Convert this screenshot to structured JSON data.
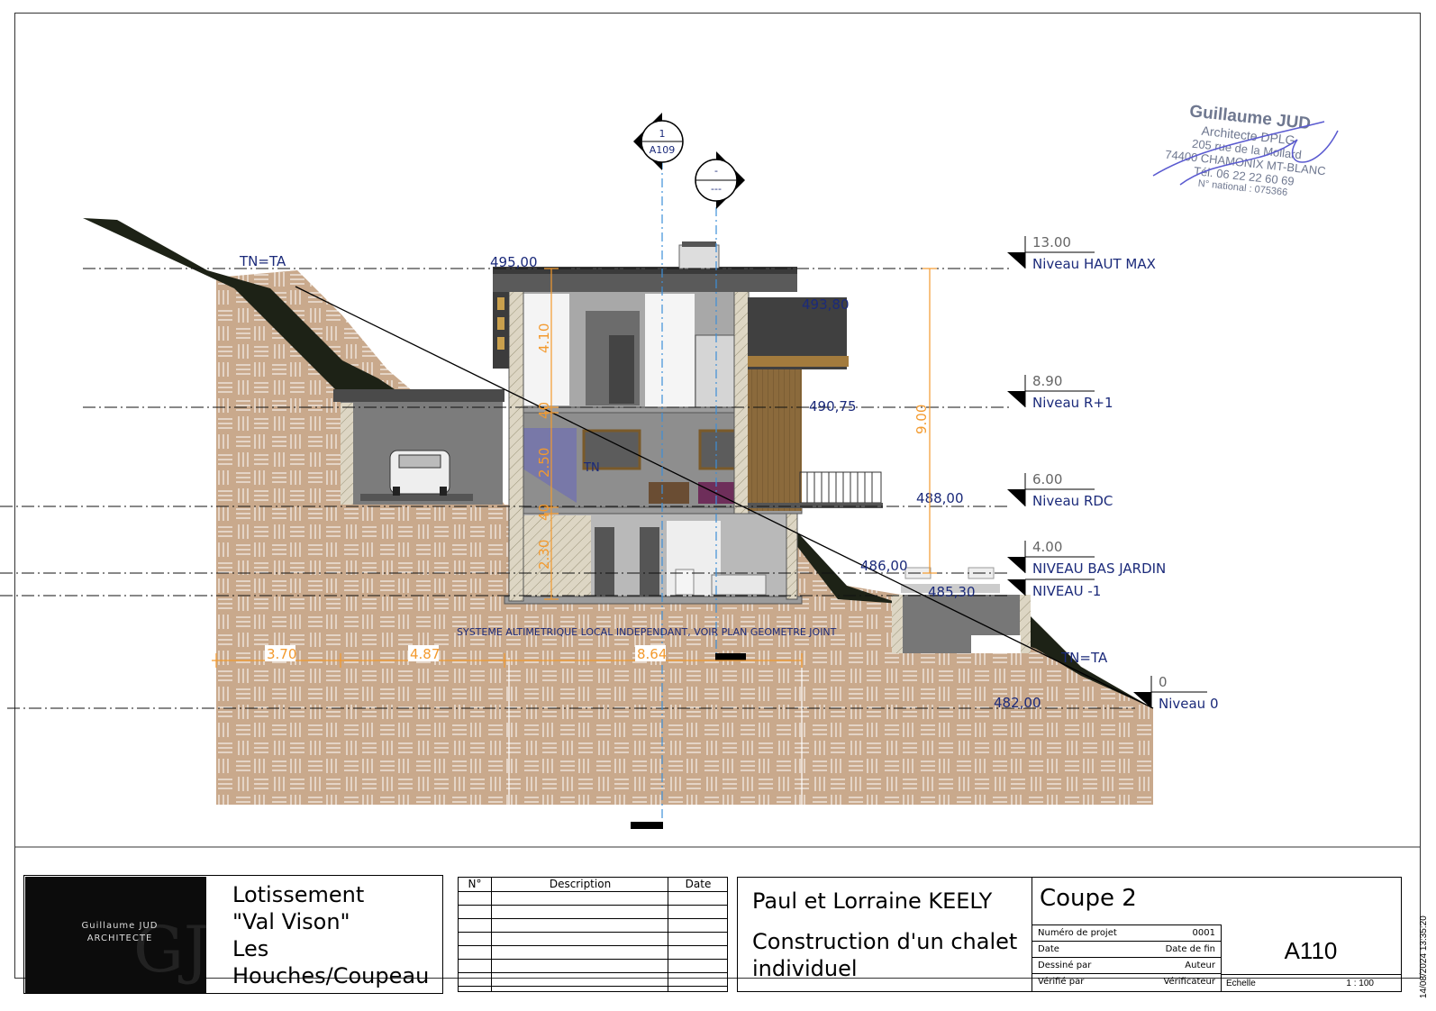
{
  "drawing": {
    "levels": [
      {
        "value": "13.00",
        "name": "Niveau HAUT MAX"
      },
      {
        "value": "8.90",
        "name": "Niveau R+1"
      },
      {
        "value": "6.00",
        "name": "Niveau RDC"
      },
      {
        "value": "4.00",
        "name": "NIVEAU BAS JARDIN"
      },
      {
        "value": "",
        "name": "NIVEAU -1"
      },
      {
        "value": "0",
        "name": "Niveau 0"
      }
    ],
    "altitudes": [
      "495,00",
      "493,80",
      "490,75",
      "488,00",
      "486,00",
      "485,30",
      "482,00"
    ],
    "terrain_labels": [
      "TN=TA",
      "TN=TA"
    ],
    "vertical_dims": [
      "4.10",
      "40",
      "2.50",
      "40",
      "2.30",
      "9.00"
    ],
    "horizontal_dims": [
      "3.70",
      "4.87",
      "8.64"
    ],
    "section_markers": [
      {
        "top": "1",
        "bottom": "A109"
      },
      {
        "top": "-",
        "bottom": "---"
      }
    ],
    "note": "SYSTEME ALTIMETRIQUE LOCAL INDEPENDANT, VOIR PLAN GEOMETRE JOINT",
    "stair_label": "TN"
  },
  "stamp": {
    "lines": [
      "Guillaume JUD",
      "Architecte DPLG",
      "205 rue de la Mollard",
      "74400 CHAMONIX MT-BLANC",
      "Tél. 06 22 22 60 69",
      "N° national : 075366"
    ]
  },
  "title_block": {
    "logo": {
      "line1": "Guillaume JUD",
      "line2": "ARCHITECTE",
      "mark": "GJ"
    },
    "project": [
      "Lotissement",
      "\"Val Vison\"",
      "Les",
      "Houches/Coupeau"
    ],
    "revisions": {
      "col_no": "N°",
      "col_desc": "Description",
      "col_date": "Date"
    },
    "client_name": "Paul et Lorraine KEELY",
    "client_desc": [
      "Construction d'un chalet",
      "individuel"
    ],
    "sheet_title": "Coupe 2",
    "fields": [
      {
        "label": "Numéro de projet",
        "value": "0001"
      },
      {
        "label": "Date",
        "value": "Date de fin"
      },
      {
        "label": "Dessiné par",
        "value": "Auteur"
      },
      {
        "label": "Vérifié par",
        "value": "Vérificateur"
      }
    ],
    "sheet_number": "A110",
    "scale_label": "Echelle",
    "scale_value": "1 : 100",
    "print_date": "14/08/2024 13:35:20"
  },
  "colors": {
    "ground": "#c8a588",
    "orange": "#f39a2e",
    "navy": "#1b2a7a",
    "roof": "#444"
  }
}
